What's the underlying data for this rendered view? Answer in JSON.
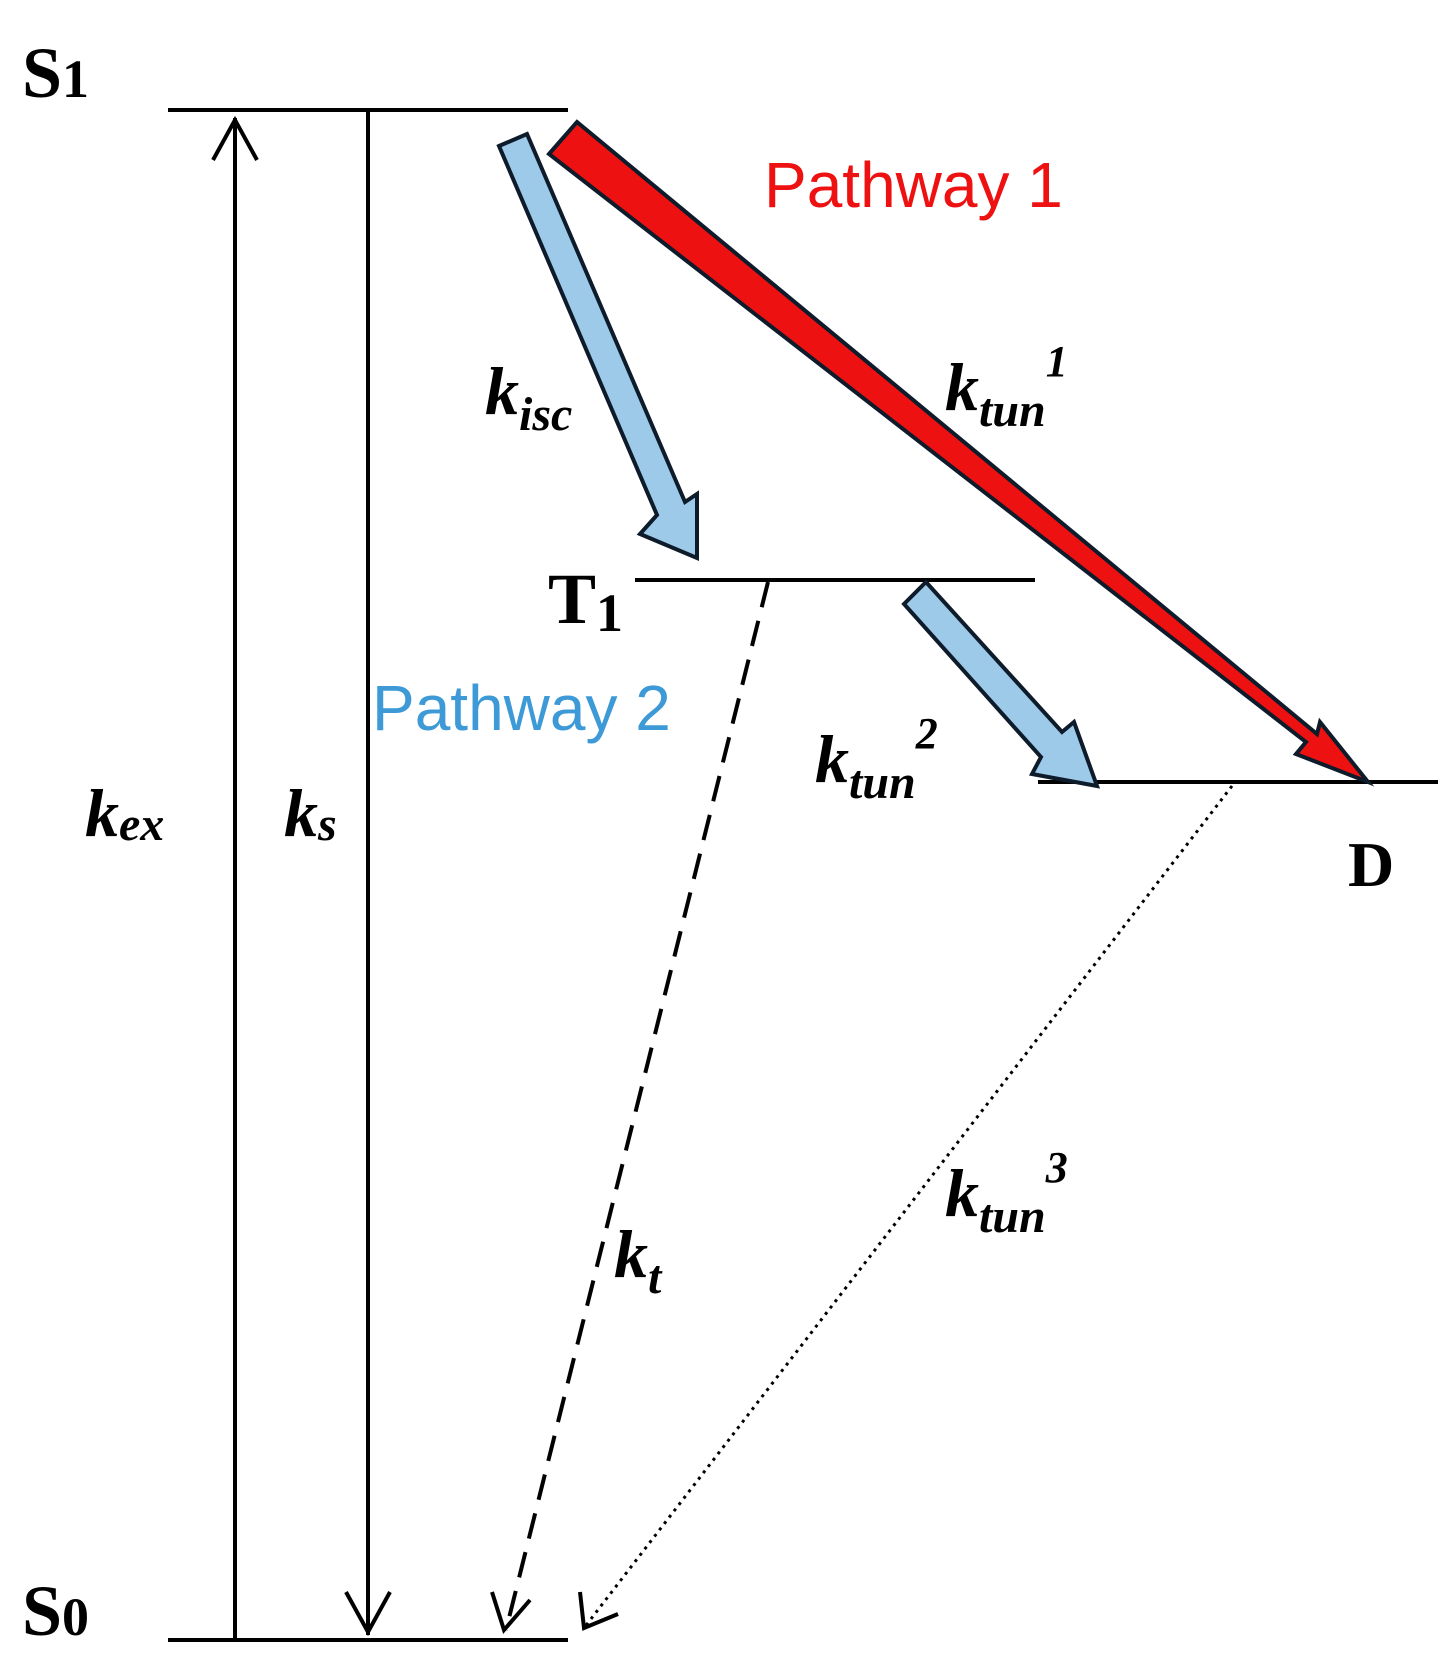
{
  "levels": {
    "s1": {
      "main": "S",
      "sub": "1"
    },
    "s0": {
      "main": "S",
      "sub": "0"
    },
    "t1": {
      "main": "T",
      "sub": "1"
    },
    "d": {
      "main": "D"
    }
  },
  "rates": {
    "kex": {
      "base": "k",
      "sub": "ex"
    },
    "ks": {
      "base": "k",
      "sub": "s"
    },
    "kisc": {
      "base": "k",
      "sub": "isc"
    },
    "kt": {
      "base": "k",
      "sub": "t"
    },
    "ktun1": {
      "base": "k",
      "sub": "tun",
      "sup": "1"
    },
    "ktun2": {
      "base": "k",
      "sub": "tun",
      "sup": "2"
    },
    "ktun3": {
      "base": "k",
      "sub": "tun",
      "sup": "3"
    }
  },
  "pathways": {
    "p1": {
      "label": "Pathway 1"
    },
    "p2": {
      "label": "Pathway 2"
    }
  },
  "colors": {
    "pathway1": "#ee1111",
    "pathway2": "#9ecaea",
    "pathway2_text": "#3d9ad6",
    "outline": "#0d1b2a",
    "line": "#000000"
  }
}
